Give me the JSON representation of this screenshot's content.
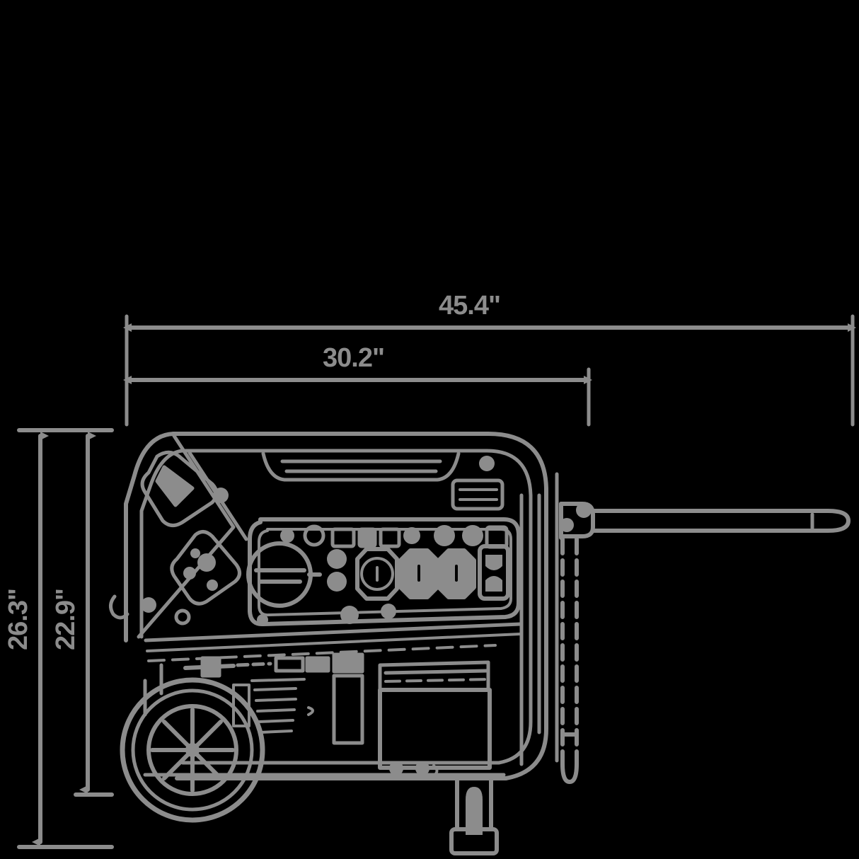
{
  "diagram": {
    "subject": "portable-generator-side-view",
    "background_color": "#000000",
    "line_color": "#8c8c8c",
    "stroke_width": 5
  },
  "dimensions": {
    "width_overall": {
      "label": "45.4\"",
      "value": 45.4,
      "unit": "inches",
      "orientation": "horizontal",
      "description": "overall length including extended pull handle"
    },
    "width_body": {
      "label": "30.2\"",
      "value": 30.2,
      "unit": "inches",
      "orientation": "horizontal",
      "description": "generator frame length without handle"
    },
    "height_overall": {
      "label": "26.3\"",
      "value": 26.3,
      "unit": "inches",
      "orientation": "vertical",
      "description": "overall height including wheels and feet"
    },
    "height_body": {
      "label": "22.9\"",
      "value": 22.9,
      "unit": "inches",
      "orientation": "vertical",
      "description": "frame height to underside"
    }
  },
  "parts": {
    "top_carry_handle": "top-carry-handle",
    "control_panel": "control-panel",
    "outlet_row": "outlet-sockets",
    "circuit_dial": "circular-gauge",
    "choke_control": "choke-control",
    "fuel_cap": "fuel-cap",
    "engine_block": "engine-block",
    "wheel": "transport-wheel",
    "pull_handle": "telescoping-pull-handle",
    "support_foot": "support-foot",
    "roll_frame": "roll-cage-frame"
  }
}
